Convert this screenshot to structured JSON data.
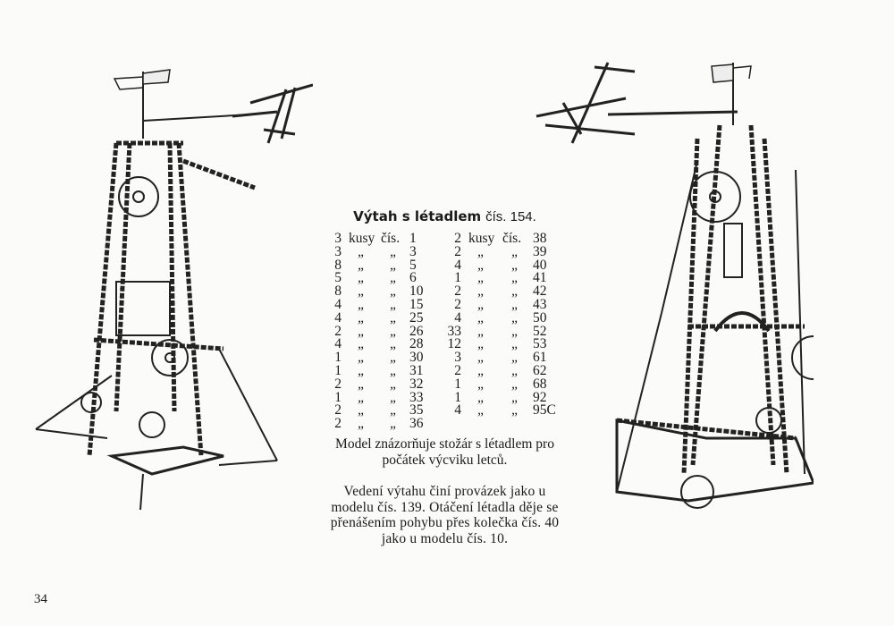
{
  "title": {
    "name": "Výtah s létadlem",
    "number": "čís. 154."
  },
  "parts_left": [
    [
      "3",
      "kusy",
      "čís.",
      "1"
    ],
    [
      "3",
      "„",
      "„",
      "3"
    ],
    [
      "8",
      "„",
      "„",
      "5"
    ],
    [
      "5",
      "„",
      "„",
      "6"
    ],
    [
      "8",
      "„",
      "„",
      "10"
    ],
    [
      "4",
      "„",
      "„",
      "15"
    ],
    [
      "4",
      "„",
      "„",
      "25"
    ],
    [
      "2",
      "„",
      "„",
      "26"
    ],
    [
      "4",
      "„",
      "„",
      "28"
    ],
    [
      "1",
      "„",
      "„",
      "30"
    ],
    [
      "1",
      "„",
      "„",
      "31"
    ],
    [
      "2",
      "„",
      "„",
      "32"
    ],
    [
      "1",
      "„",
      "„",
      "33"
    ],
    [
      "2",
      "„",
      "„",
      "35"
    ],
    [
      "2",
      "„",
      "„",
      "36"
    ]
  ],
  "parts_right": [
    [
      "2",
      "kusy",
      "čís.",
      "38"
    ],
    [
      "2",
      "„",
      "„",
      "39"
    ],
    [
      "4",
      "„",
      "„",
      "40"
    ],
    [
      "1",
      "„",
      "„",
      "41"
    ],
    [
      "2",
      "„",
      "„",
      "42"
    ],
    [
      "2",
      "„",
      "„",
      "43"
    ],
    [
      "4",
      "„",
      "„",
      "50"
    ],
    [
      "33",
      "„",
      "„",
      "52"
    ],
    [
      "12",
      "„",
      "„",
      "53"
    ],
    [
      "3",
      "„",
      "„",
      "61"
    ],
    [
      "2",
      "„",
      "„",
      "62"
    ],
    [
      "1",
      "„",
      "„",
      "68"
    ],
    [
      "1",
      "„",
      "„",
      "92"
    ],
    [
      "4",
      "„",
      "„",
      "95C"
    ]
  ],
  "paragraph1": "Model znázorňuje stožár s létadlem pro počátek výcviku letců.",
  "paragraph2": "Vedení výtahu činí provázek jako u modelu čís. 139. Otáčení létadla děje se přenášením pohybu přes kolečka čís. 40 jako u modelu čís. 10.",
  "page_number": "34"
}
